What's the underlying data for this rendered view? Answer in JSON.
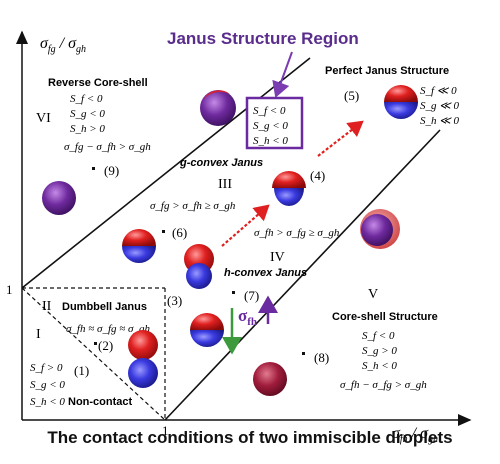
{
  "axes": {
    "y_label_num": "σ",
    "y_label_num_sub": "fg",
    "y_label_den": "σ",
    "y_label_den_sub": "gh",
    "x_label_num": "σ",
    "x_label_num_sub": "fh",
    "x_label_den": "σ",
    "x_label_den_sub": "gh",
    "y_tick": "1",
    "x_tick": "1"
  },
  "janus_region": {
    "title": "Janus Structure Region",
    "conditions": [
      "S_f < 0",
      "S_g < 0",
      "S_h < 0"
    ]
  },
  "regions": {
    "reverse_core_shell": {
      "title": "Reverse Core-shell",
      "numeral": "VI",
      "conditions": [
        "S_f < 0",
        "S_g < 0",
        "S_h > 0"
      ],
      "relation": "σ_fg − σ_fh > σ_gh",
      "point": "(9)"
    },
    "perfect_janus": {
      "title": "Perfect Janus Structure",
      "conditions": [
        "S_f ≪ 0",
        "S_g ≪ 0",
        "S_h ≪ 0"
      ],
      "point": "(5)"
    },
    "g_convex": {
      "title": "g-convex Janus",
      "numeral": "III",
      "relation": "σ_fg > σ_fh ≥ σ_gh",
      "point": "(4)",
      "point_b": "(6)"
    },
    "h_convex": {
      "title": "h-convex Janus",
      "numeral": "IV",
      "relation": "σ_fh > σ_fg ≥ σ_gh",
      "point": "(7)",
      "point_b": "(3)"
    },
    "core_shell": {
      "title": "Core-shell Structure",
      "numeral": "V",
      "conditions": [
        "S_f < 0",
        "S_g > 0",
        "S_h < 0"
      ],
      "relation": "σ_fh − σ_fg > σ_gh",
      "point": "(8)"
    },
    "dumbbell": {
      "title": "Dumbbell Janus",
      "numeral": "II",
      "relation": "σ_fh ≈ σ_fg ≈ σ_gh",
      "point": "(2)"
    },
    "non_contact": {
      "title": "Non-contact",
      "numeral": "I",
      "conditions": [
        "S_f > 0",
        "S_g < 0",
        "S_h < 0"
      ],
      "point": "(1)"
    }
  },
  "sigma_fh_label": "σ",
  "sigma_fh_sub": "fh",
  "caption": "The contact conditions of two immiscible droplets",
  "colors": {
    "red": "#e02020",
    "blue": "#3a3ae0",
    "purple": "#6f2a9e",
    "dark_red": "#9a1838",
    "janus_title": "#5a2c8c",
    "arrow_red": "#e02020",
    "arrow_green": "#3c9a3c",
    "arrow_purple": "#6a2aa0"
  }
}
